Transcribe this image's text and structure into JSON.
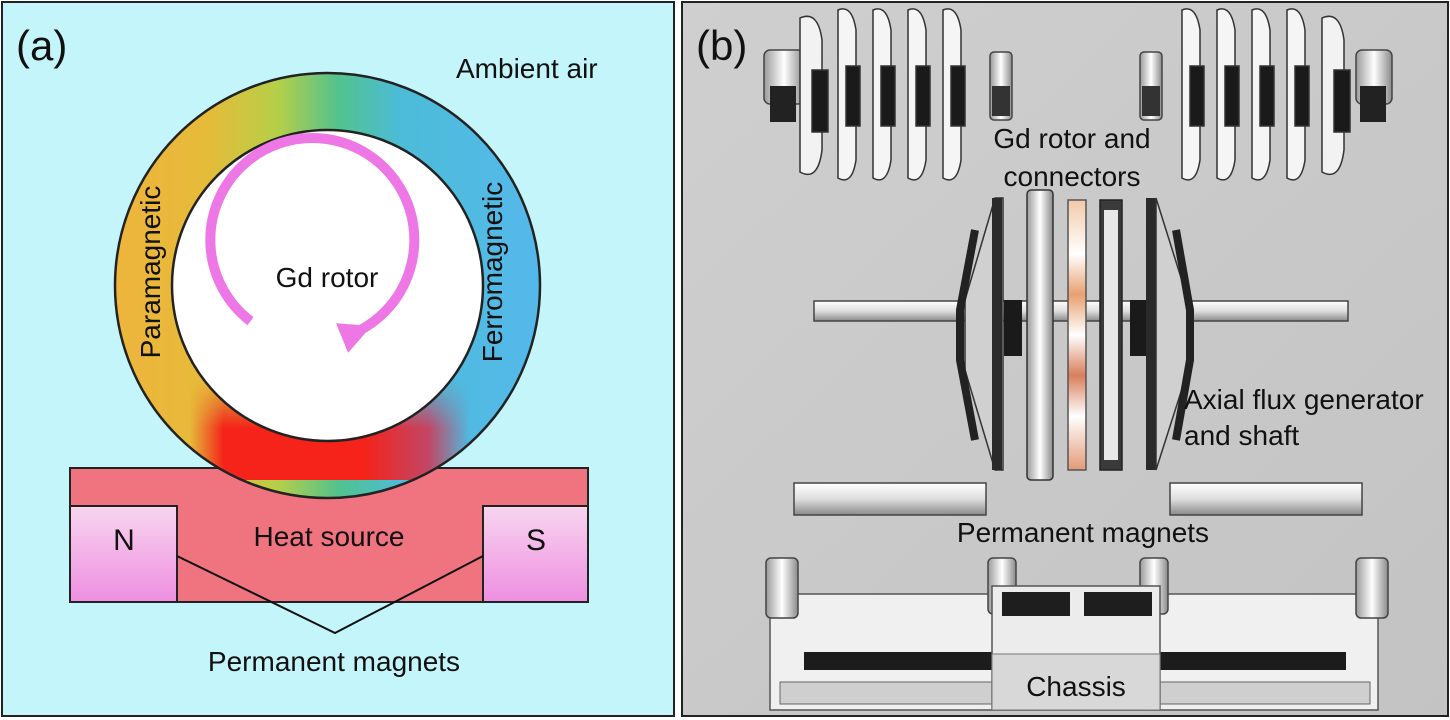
{
  "panel_a": {
    "label": "(a)",
    "ambient": "Ambient air",
    "paramagnetic": "Paramagnetic",
    "ferromagnetic": "Ferromagnetic",
    "rotor": "Gd rotor",
    "heat_source": "Heat source",
    "north": "N",
    "south": "S",
    "magnets": "Permanent magnets"
  },
  "panel_b": {
    "label": "(b)",
    "rotor_connectors_line1": "Gd rotor and",
    "rotor_connectors_line2": "connectors",
    "generator_line1": "Axial flux generator",
    "generator_line2": "and shaft",
    "magnets": "Permanent magnets",
    "chassis": "Chassis"
  },
  "colors": {
    "panel_a_background": "#c4f5fa",
    "panel_b_background": "#c8c8c8",
    "heat_source": "#f07480",
    "rotor_arrow": "#ee77e6",
    "magnet_pink": "#f19ae6",
    "hot_zone": "#f5231a",
    "ferro_blue": "#56b8ec",
    "para_orange": "#eeb43c"
  }
}
